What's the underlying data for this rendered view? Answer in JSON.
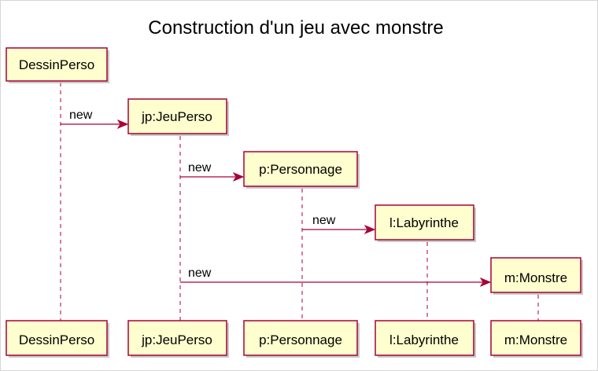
{
  "diagram": {
    "title": "Construction d'un jeu avec monstre",
    "participants": [
      {
        "id": "dessin",
        "label": "DessinPerso"
      },
      {
        "id": "jp",
        "label": "jp:JeuPerso"
      },
      {
        "id": "p",
        "label": "p:Personnage"
      },
      {
        "id": "l",
        "label": "l:Labyrinthe"
      },
      {
        "id": "m",
        "label": "m:Monstre"
      }
    ],
    "messages": [
      {
        "from": "dessin",
        "to": "jp",
        "label": "new"
      },
      {
        "from": "jp",
        "to": "p",
        "label": "new"
      },
      {
        "from": "p",
        "to": "l",
        "label": "new"
      },
      {
        "from": "jp",
        "to": "m",
        "label": "new"
      }
    ],
    "colors": {
      "box_fill": "#FEFECE",
      "border": "#A80036"
    }
  }
}
